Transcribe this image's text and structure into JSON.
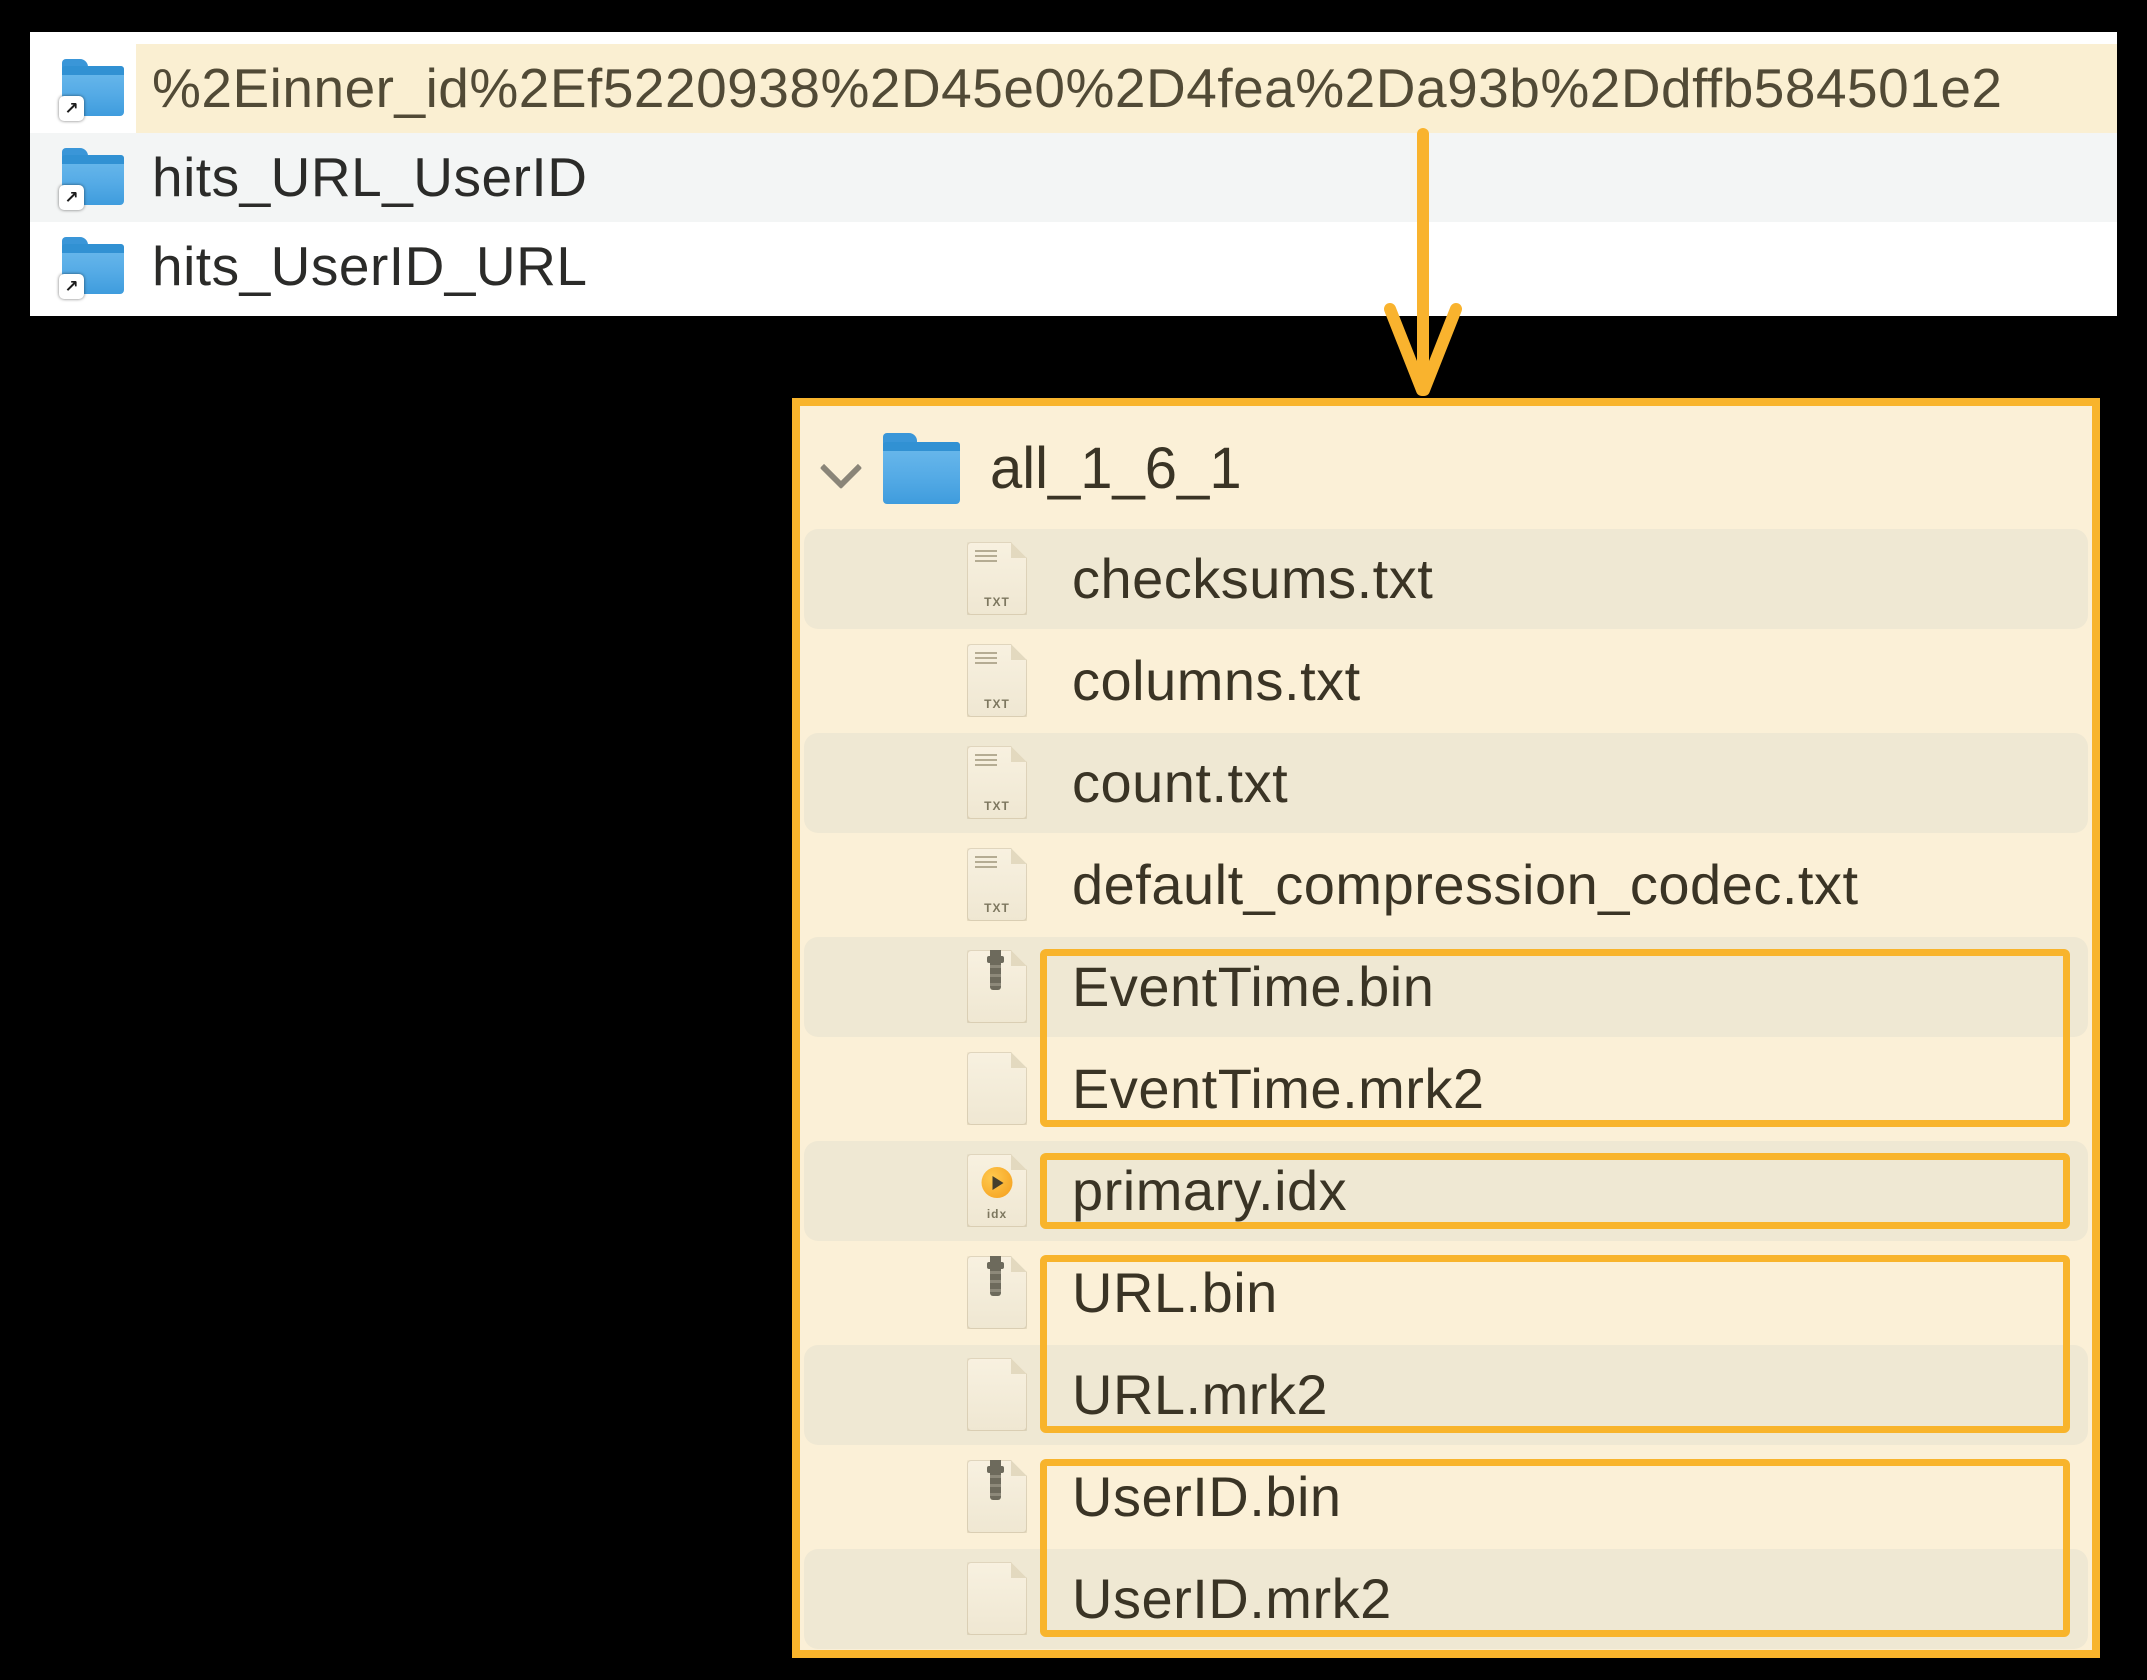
{
  "colors": {
    "accent_orange": "#F8B42C",
    "selected_row_cream": "#FAEFD2",
    "panel_cream": "#FBF0D7",
    "alt_row_band": "#EFE8D3",
    "finder_alt_row_gray": "#F3F5F5",
    "folder_blue": "#4AA4E2"
  },
  "finder": {
    "items": [
      {
        "label": "%2Einner_id%2Ef5220938%2D45e0%2D4fea%2Da93b%2Ddffb584501e2",
        "selected": true,
        "icon": "folder-alias"
      },
      {
        "label": "hits_URL_UserID",
        "selected": false,
        "icon": "folder-alias"
      },
      {
        "label": "hits_UserID_URL",
        "selected": false,
        "icon": "folder-alias"
      }
    ]
  },
  "tree": {
    "root": {
      "label": "all_1_6_1",
      "icon": "folder",
      "expanded": true
    },
    "files": [
      {
        "label": "checksums.txt",
        "icon": "txt"
      },
      {
        "label": "columns.txt",
        "icon": "txt"
      },
      {
        "label": "count.txt",
        "icon": "txt"
      },
      {
        "label": "default_compression_codec.txt",
        "icon": "txt"
      },
      {
        "label": "EventTime.bin",
        "icon": "bin"
      },
      {
        "label": "EventTime.mrk2",
        "icon": "blank"
      },
      {
        "label": "primary.idx",
        "icon": "idx"
      },
      {
        "label": "URL.bin",
        "icon": "bin"
      },
      {
        "label": "URL.mrk2",
        "icon": "blank"
      },
      {
        "label": "UserID.bin",
        "icon": "bin"
      },
      {
        "label": "UserID.mrk2",
        "icon": "blank"
      }
    ],
    "highlight_groups": [
      {
        "first": 4,
        "last": 5
      },
      {
        "first": 6,
        "last": 6
      },
      {
        "first": 7,
        "last": 8
      },
      {
        "first": 9,
        "last": 10
      }
    ]
  },
  "icon_labels": {
    "txt": "TXT",
    "idx": "idx"
  }
}
